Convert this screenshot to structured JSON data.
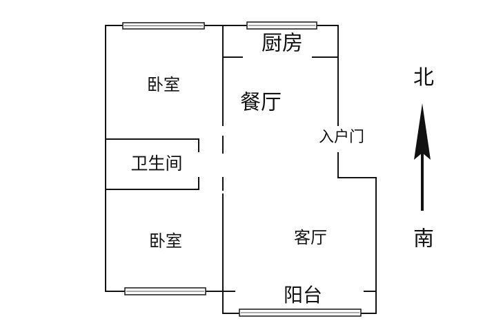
{
  "rooms": {
    "bedroom_top": "卧室",
    "bathroom": "卫生间",
    "bedroom_bottom": "卧室",
    "kitchen": "厨房",
    "dining": "餐厅",
    "entrance": "入户门",
    "living": "客厅",
    "balcony": "阳台"
  },
  "compass": {
    "north": "北",
    "south": "南"
  }
}
